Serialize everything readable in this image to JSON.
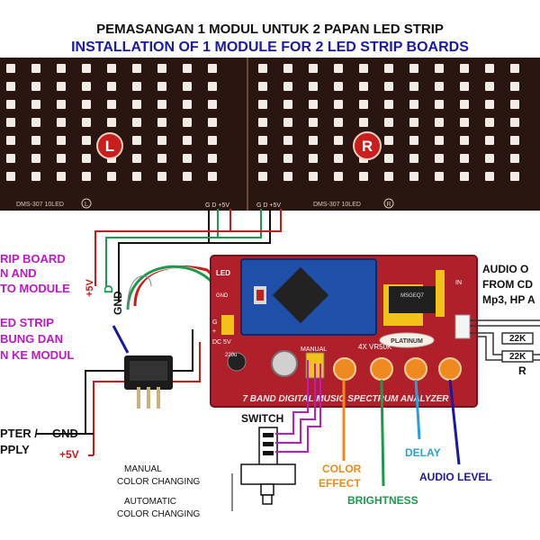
{
  "title_id": "PEMASANGAN 1 MODUL UNTUK 2 PAPAN LED STRIP",
  "title_en": "INSTALLATION OF 1 MODULE FOR 2 LED STRIP BOARDS",
  "strip": {
    "left_letter": "L",
    "right_letter": "R",
    "left_code": "DMS-307  10LED",
    "right_code": "DMS-307  10LED",
    "left_mark": "L",
    "right_mark": "R",
    "pad_left": "G D +5V",
    "pad_right": "G D +5V"
  },
  "left_text": {
    "line1": "RIP BOARD",
    "line2": "N AND",
    "line3": "TO MODULE",
    "line4": "ED STRIP",
    "line5": "BUNG DAN",
    "line6": "N KE MODUL"
  },
  "wires": {
    "plus5": "+5V",
    "d": "D",
    "gnd": "GND"
  },
  "adapter": {
    "line1": "PTER /",
    "line2": "PPLY",
    "gnd": "GND",
    "plus5": "+5V"
  },
  "board": {
    "title": "7 BAND DIGITAL MUSIC SPECTRUM ANALYZER",
    "led": "LED",
    "gnd": "GND",
    "dc": "DC 5V",
    "manual": "MANUAL",
    "pot_label": "4X VR50K",
    "brand": "PLATINUM",
    "ic": "MSGEQ7",
    "in": "IN",
    "cap": "220u",
    "pins_left": "G",
    "pins_plus": "+"
  },
  "audio": {
    "line1": "AUDIO O",
    "line2": "FROM CD",
    "line3": "Mp3, HP A",
    "r1": "22K",
    "r2": "22K",
    "r": "R"
  },
  "switch": {
    "title": "SWITCH",
    "manual1": "MANUAL",
    "manual2": "COLOR CHANGING",
    "auto1": "AUTOMATIC",
    "auto2": "COLOR CHANGING"
  },
  "callouts": {
    "color1": "COLOR",
    "color2": "EFFECT",
    "brightness": "BRIGHTNESS",
    "delay": "DELAY",
    "audio_level": "AUDIO LEVEL"
  },
  "colors": {
    "strip_bg": "#2a1610",
    "led": "#f2ece6",
    "board": "#b0202a",
    "arduino": "#1f4fa8",
    "orange": "#f08a18",
    "green": "#1a9a4a",
    "lightblue": "#28a0d8",
    "navy": "#1a1aa0",
    "purple": "#c018c8",
    "red": "#d01818"
  }
}
